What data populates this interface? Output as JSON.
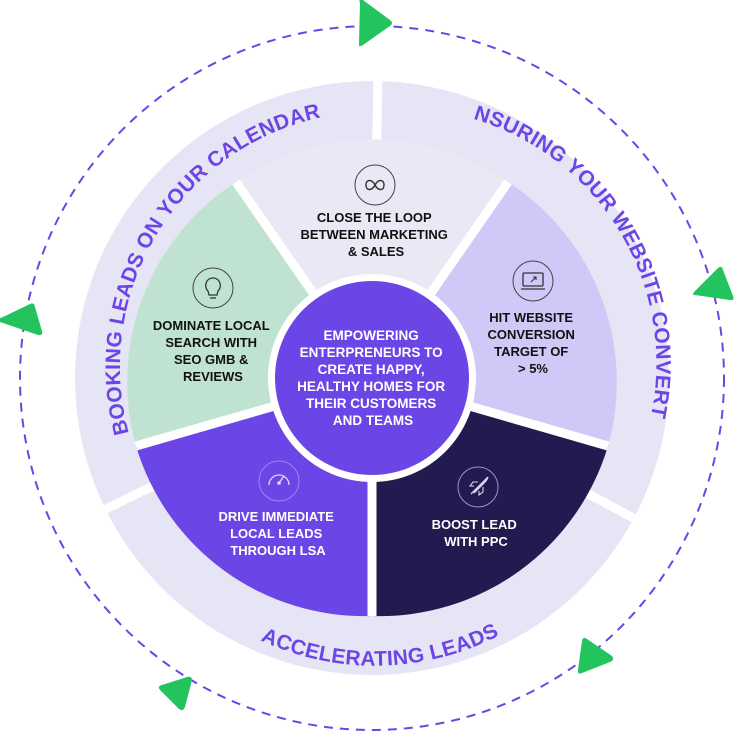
{
  "colors": {
    "outer_ring": "#e6e5f5",
    "ring_text": "#6c45e6",
    "dashed_circle": "#6c45e6",
    "arrow": "#23c45e",
    "segment_top": "#e9e8f4",
    "segment_right": "#d0c8f6",
    "segment_bottom_right": "#211b4f",
    "segment_bottom_left": "#6c45e6",
    "segment_left": "#bfe3d0",
    "center": "#6c45e6",
    "dark_text": "#111111",
    "light_text": "#ffffff"
  },
  "ring_labels": {
    "top_left": "BOOKING LEADS ON YOUR CALENDAR",
    "top_right": "ENSURING YOUR WEBSITE CONVERTS",
    "bottom": "ACCELERATING LEADS"
  },
  "center": {
    "lines": [
      "EMPOWERING",
      "ENTERPRENEURS TO",
      "CREATE HAPPY,",
      "HEALTHY HOMES FOR",
      "THEIR CUSTOMERS",
      "AND TEAMS"
    ]
  },
  "segments": {
    "top": {
      "icon": "infinity-icon",
      "lines": [
        "CLOSE THE LOOP",
        "BETWEEN MARKETING",
        "& SALES"
      ]
    },
    "right": {
      "icon": "monitor-icon",
      "lines": [
        "HIT WEBSITE",
        "CONVERSION",
        "TARGET OF",
        "> 5%"
      ]
    },
    "bottom_right": {
      "icon": "rocket-icon",
      "lines": [
        "BOOST LEAD",
        "WITH PPC"
      ]
    },
    "bottom_left": {
      "icon": "gauge-icon",
      "lines": [
        "DRIVE IMMEDIATE",
        "LOCAL LEADS",
        "THROUGH LSA"
      ]
    },
    "left": {
      "icon": "lightbulb-icon",
      "lines": [
        "DOMINATE LOCAL",
        "SEARCH WITH",
        "SEO GMB &",
        "REVIEWS"
      ]
    }
  }
}
